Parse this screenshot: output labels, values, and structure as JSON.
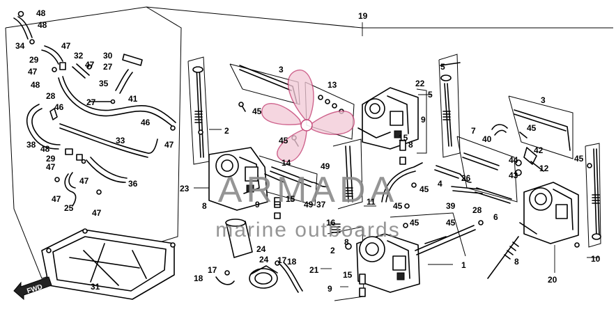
{
  "watermark": {
    "brand": "ARMADA",
    "tagline": "marine outboards",
    "logo_color": "#c0346a"
  },
  "direction_badge": {
    "label": "FWD",
    "icon": "fwd-arrow-icon"
  },
  "callouts": {
    "c1": "1",
    "c2": "2",
    "c3": "3",
    "c4": "4",
    "c5": "5",
    "c6": "6",
    "c7": "7",
    "c8": "8",
    "c9": "9",
    "c10": "10",
    "c11": "11",
    "c12": "12",
    "c13": "13",
    "c14": "14",
    "c15": "15",
    "c16": "16",
    "c17": "17",
    "c18": "18",
    "c19": "19",
    "c20": "20",
    "c21": "21",
    "c22": "22",
    "c23": "23",
    "c24": "24",
    "c25": "25",
    "c26": "26",
    "c27": "27",
    "c28": "28",
    "c29": "29",
    "c30": "30",
    "c31": "31",
    "c32": "32",
    "c33": "33",
    "c34": "34",
    "c35": "35",
    "c36": "36",
    "c37": "37",
    "c38": "38",
    "c39": "39",
    "c40": "40",
    "c41": "41",
    "c42": "42",
    "c43": "43",
    "c44": "44",
    "c45": "45",
    "c46": "46",
    "c47": "47",
    "c48": "48",
    "c49": "49"
  }
}
